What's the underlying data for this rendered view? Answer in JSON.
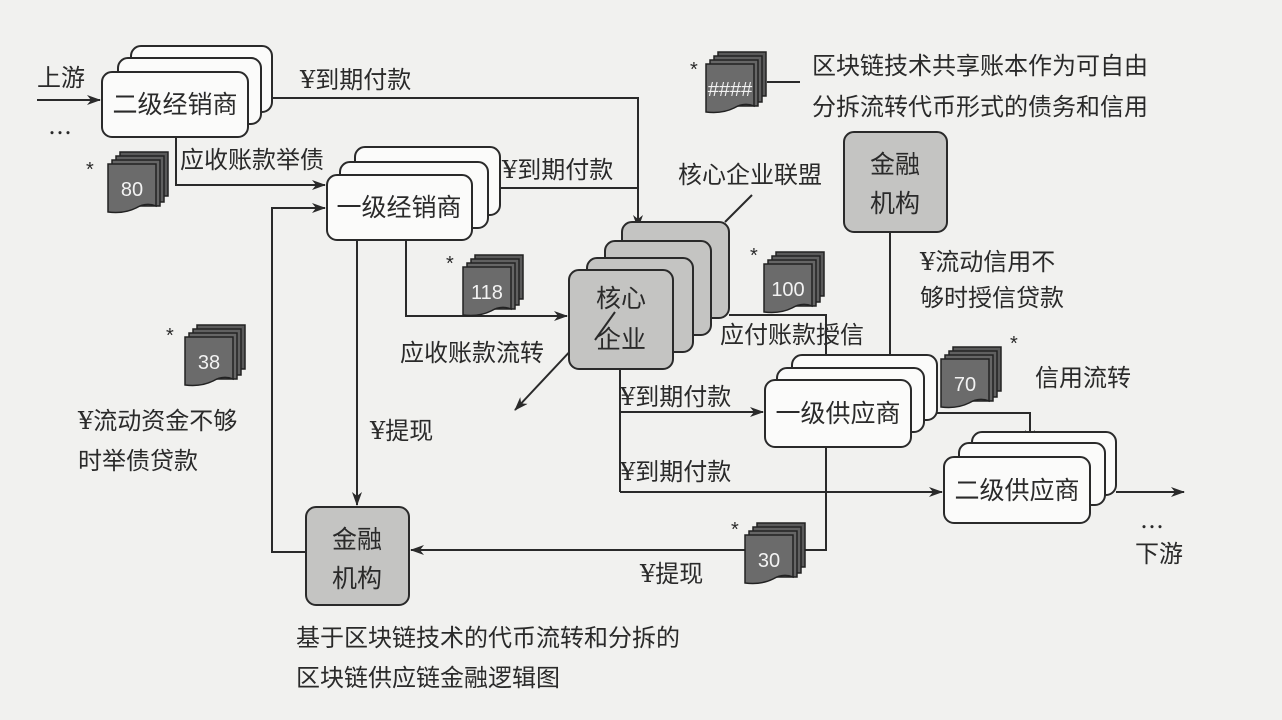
{
  "labels": {
    "upstream": "上游",
    "upstream_ellipsis": "…",
    "downstream": "下游",
    "downstream_ellipsis": "…",
    "due_payment_1": "¥到期付款",
    "due_payment_2": "¥到期付款",
    "due_payment_3": "¥到期付款",
    "due_payment_4": "¥到期付款",
    "receivable_debt": "应收账款举债",
    "receivable_transfer": "应收账款流转",
    "payable_credit": "应付账款授信",
    "withdraw_1": "¥提现",
    "withdraw_2": "¥提现",
    "credit_transfer": "信用流转",
    "core_alliance": "核心企业联盟",
    "liquidity_loan_line1": "¥流动资金不够",
    "liquidity_loan_line2": "时举债贷款",
    "credit_loan_line1": "¥流动信用不",
    "credit_loan_line2": "够时授信贷款",
    "legend_line1": "区块链技术共享账本作为可自由",
    "legend_line2": "分拆流转代币形式的债务和信用",
    "caption_line1": "基于区块链技术的代币流转和分拆的",
    "caption_line2": "区块链供应链金融逻辑图"
  },
  "nodes": {
    "secondary_distributor": "二级经销商",
    "primary_distributor": "一级经销商",
    "core_line1": "核心",
    "core_line2": "企业",
    "finance_top_line1": "金融",
    "finance_top_line2": "机构",
    "finance_bottom_line1": "金融",
    "finance_bottom_line2": "机构",
    "primary_supplier": "一级供应商",
    "secondary_supplier": "二级供应商"
  },
  "tokens": {
    "legend": "####",
    "t80": "80",
    "t118": "118",
    "t38": "38",
    "t100": "100",
    "t70": "70",
    "t30": "30",
    "asterisk": "*"
  },
  "colors": {
    "background": "#f1f1ef",
    "token": "#6b6b6b",
    "node_gray": "#c4c4c2"
  }
}
